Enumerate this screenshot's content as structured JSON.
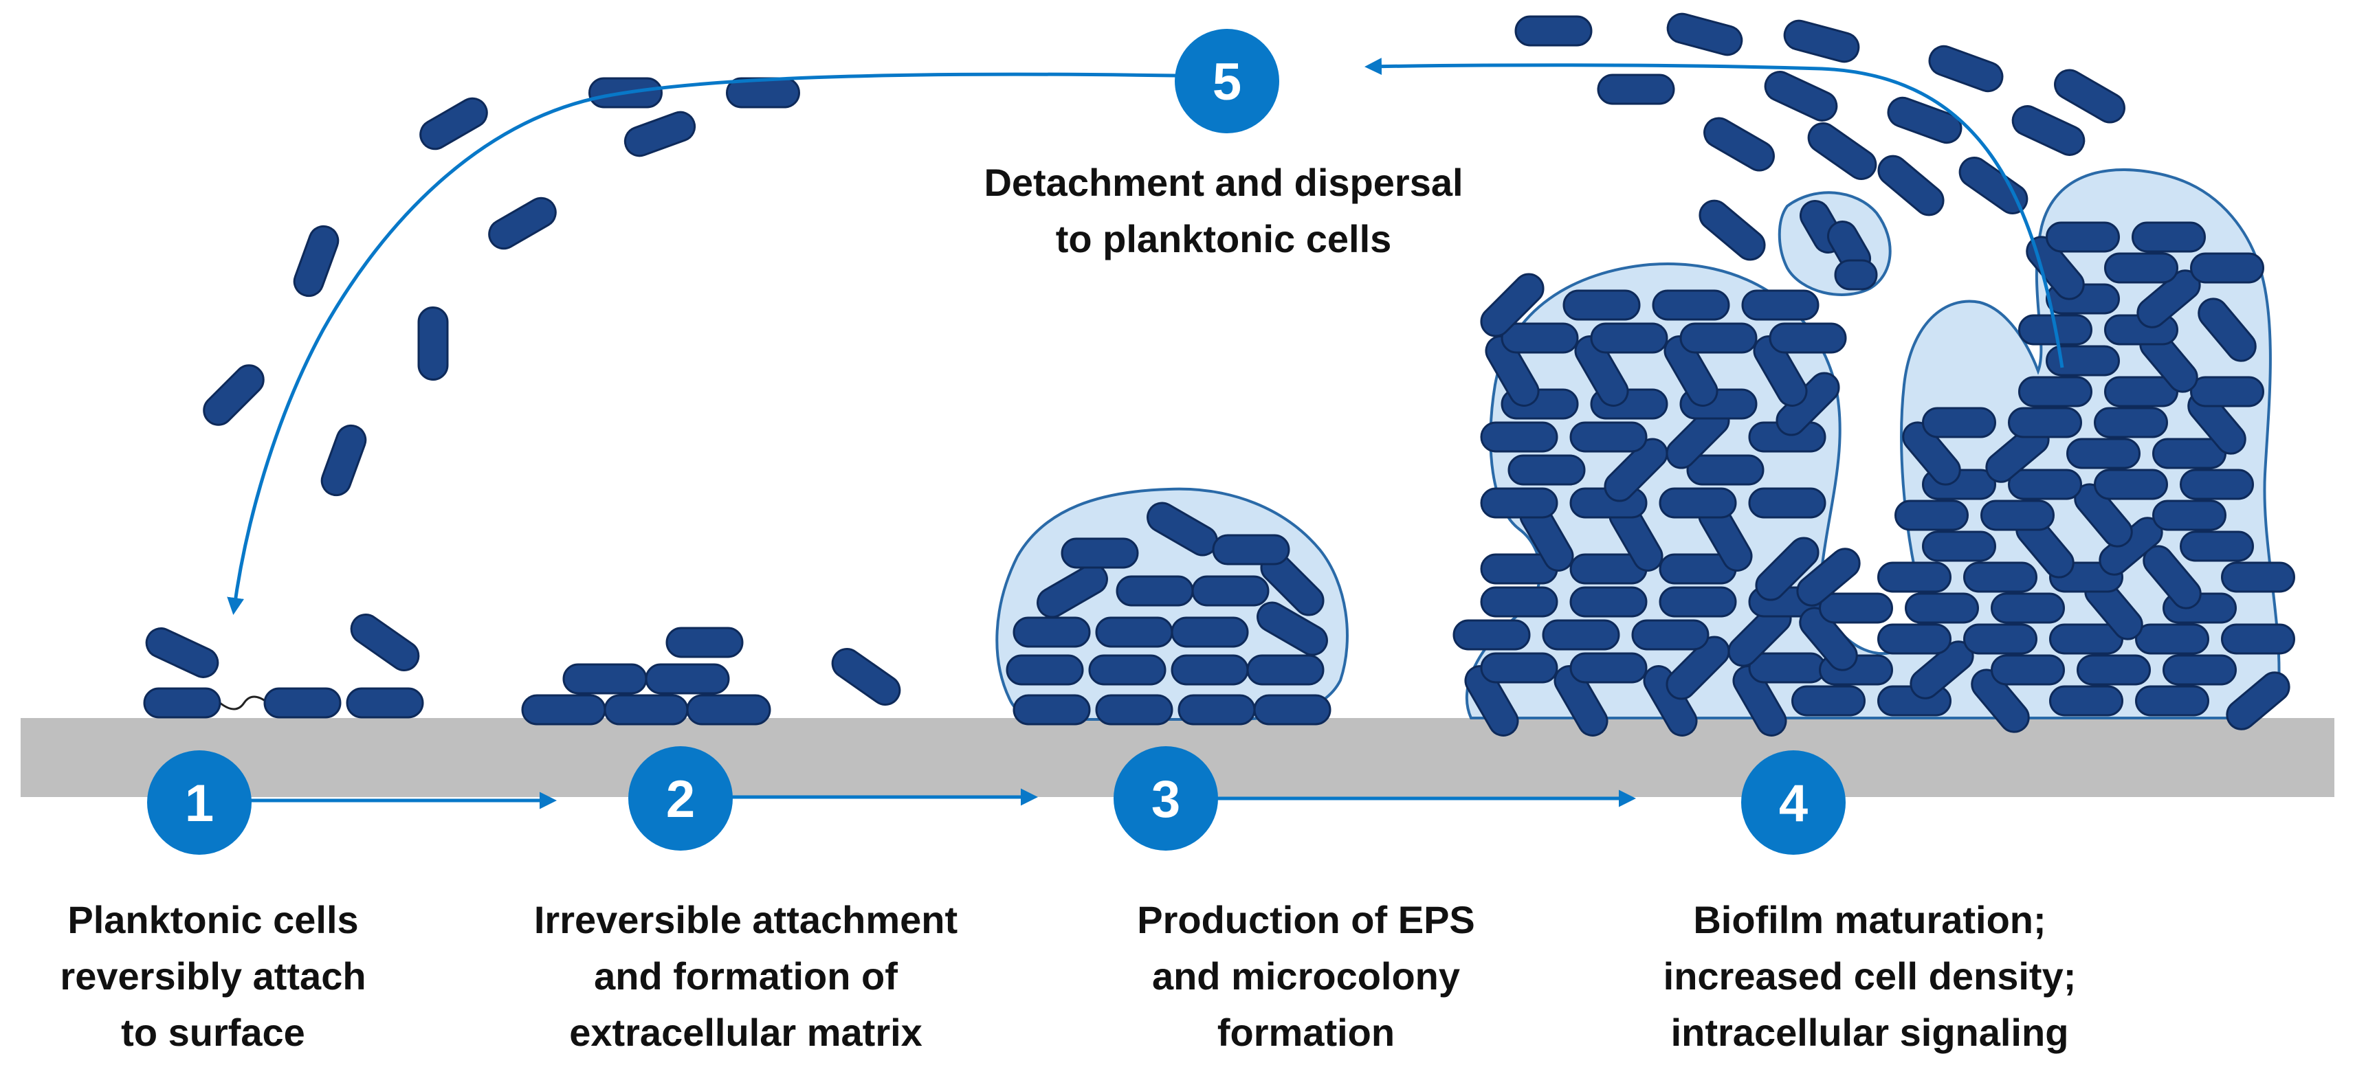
{
  "colors": {
    "cell_fill": "#1c4587",
    "cell_stroke": "#0e2a5a",
    "matrix_fill": "#cfe3f5",
    "matrix_stroke": "#2a6aa8",
    "surface": "#bfbfbf",
    "accent": "#0878c8",
    "text": "#111111"
  },
  "steps": [
    {
      "number": "1",
      "caption": [
        "Planktonic cells",
        "reversibly attach",
        "to surface"
      ]
    },
    {
      "number": "2",
      "caption": [
        "Irreversible attachment",
        "and formation of",
        "extracellular matrix"
      ]
    },
    {
      "number": "3",
      "caption": [
        "Production of EPS",
        "and microcolony",
        "formation"
      ]
    },
    {
      "number": "4",
      "caption": [
        "Biofilm maturation;",
        "increased cell density;",
        "intracellular signaling"
      ]
    },
    {
      "number": "5",
      "caption": [
        "Detachment and dispersal",
        "to planktonic cells"
      ]
    }
  ]
}
